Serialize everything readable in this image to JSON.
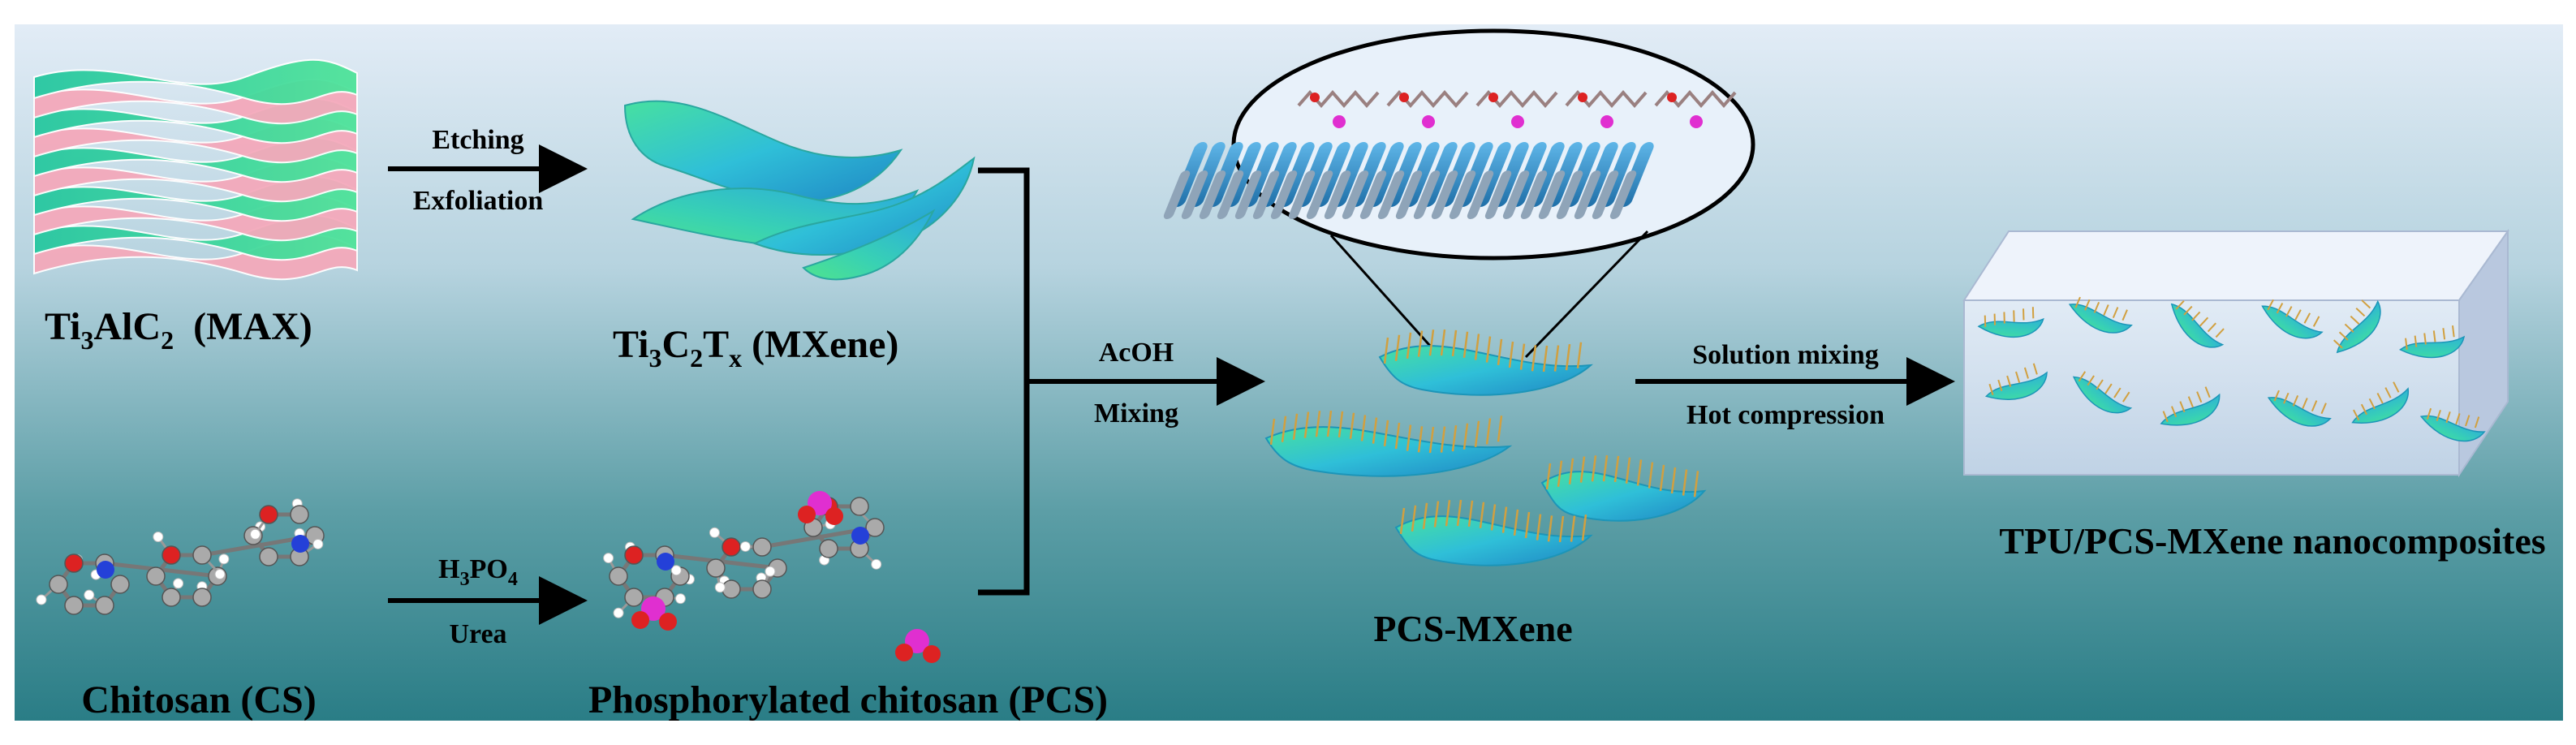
{
  "labels": {
    "max": {
      "pre": "Ti",
      "s1": "3",
      "mid": "AlC",
      "s2": "2",
      "post": "  (MAX)"
    },
    "mxene": {
      "pre": "Ti",
      "s1": "3",
      "mid": "C",
      "s2": "2",
      "mid2": "T",
      "s3": "x",
      "post": " (MXene)"
    },
    "cs": "Chitosan (CS)",
    "pcs": "Phosphorylated chitosan (PCS)",
    "pcs_mxene": "PCS-MXene",
    "composite": "TPU/PCS-MXene nanocomposites"
  },
  "steps": {
    "etch_top": "Etching",
    "etch_bottom": "Exfoliation",
    "phos_top": {
      "pre": "H",
      "s1": "3",
      "mid": "PO",
      "s2": "4"
    },
    "phos_bottom": "Urea",
    "mix_top": "AcOH",
    "mix_bottom": "Mixing",
    "comp_top": "Solution mixing",
    "comp_bottom": "Hot compression"
  },
  "colors": {
    "bg_top": "#dfe9f5",
    "bg_bottom": "#2b7f86",
    "sheet_cyan": "#27c3e0",
    "sheet_green": "#4fe39a",
    "max_pink": "#f2a7b8",
    "arrow": "#000000"
  }
}
